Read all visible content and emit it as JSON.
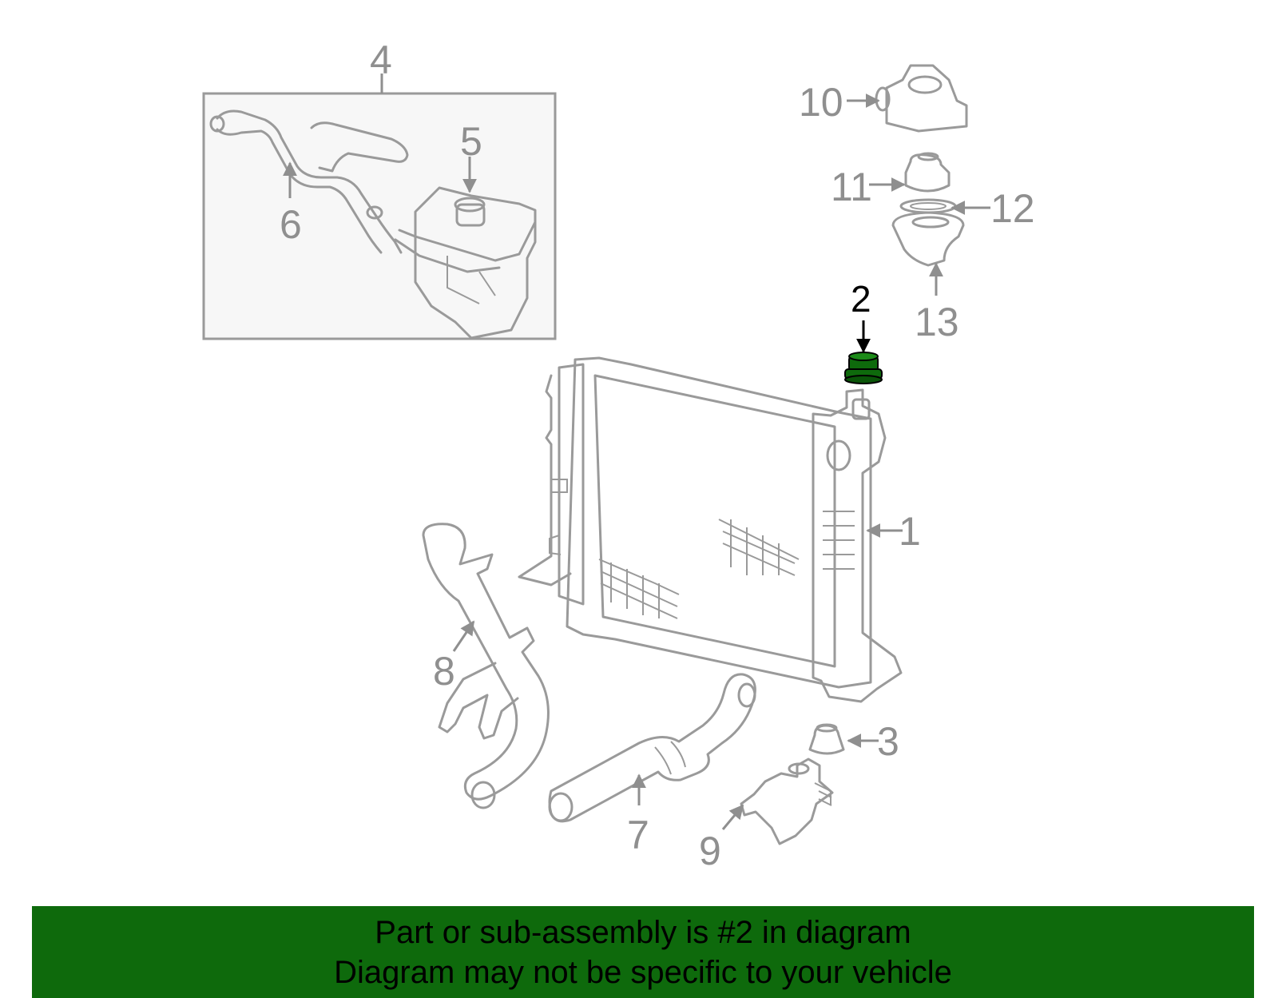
{
  "callouts": {
    "c1": "1",
    "c2": "2",
    "c3": "3",
    "c4": "4",
    "c5": "5",
    "c6": "6",
    "c7": "7",
    "c8": "8",
    "c9": "9",
    "c10": "10",
    "c11": "11",
    "c12": "12",
    "c13": "13"
  },
  "highlight": {
    "part": "2",
    "color": "#0e6a0c"
  },
  "colors": {
    "line": "#9a9a9a",
    "banner": "#0e6a0c"
  },
  "banner": {
    "line1": "Part or sub-assembly is #2 in diagram",
    "line2": "Diagram may not be specific to your vehicle"
  }
}
